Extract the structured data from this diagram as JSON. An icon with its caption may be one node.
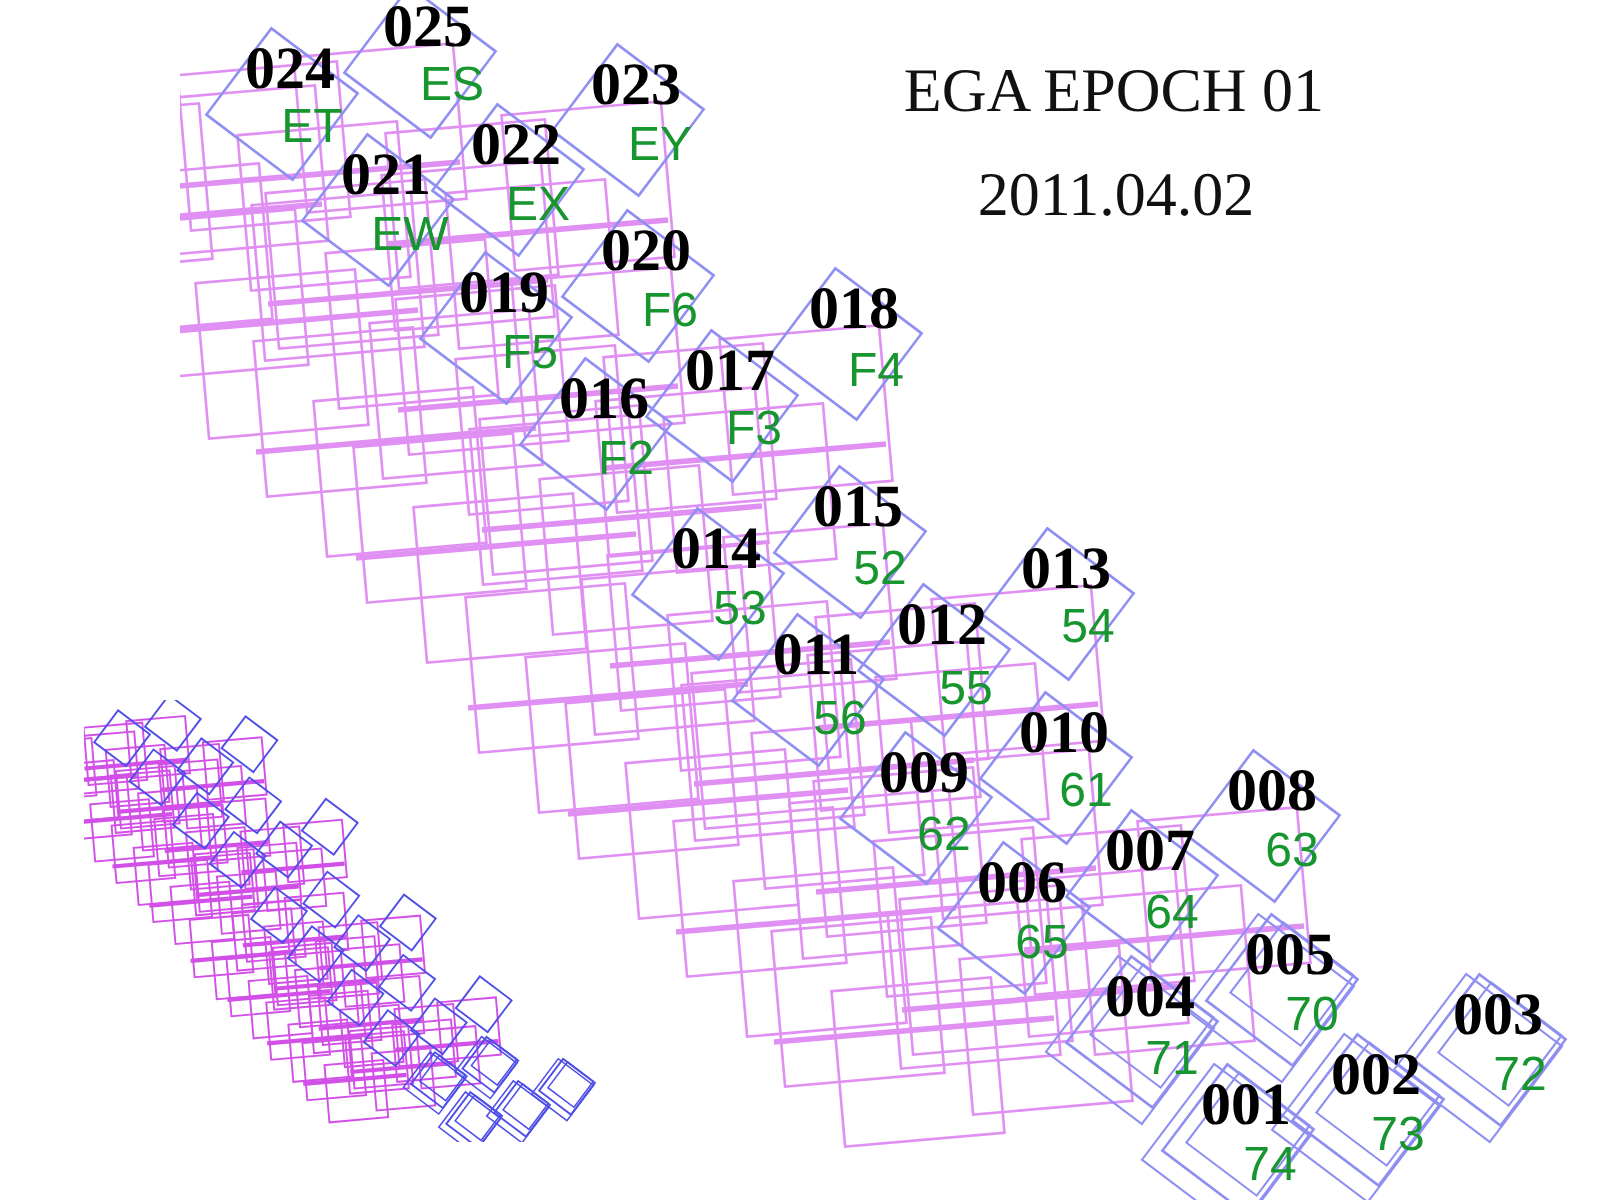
{
  "diagram": {
    "title": "EGA EPOCH 01",
    "labels": [
      "2011.04.02",
      "025",
      "ES",
      "024",
      "ET",
      "023",
      "EY",
      "022",
      "EX",
      "021",
      "EW",
      "020",
      "F6",
      "019",
      "F5",
      "018",
      "F4",
      "017",
      "F3",
      "016",
      "F2",
      "015",
      "52",
      "014",
      "53",
      "013",
      "54",
      "012",
      "55",
      "011",
      "56",
      "010",
      "61",
      "009",
      "62",
      "008",
      "63",
      "007",
      "64",
      "006",
      "65",
      "005",
      "70",
      "004",
      "71",
      "003",
      "72",
      "002",
      "73",
      "001",
      "74"
    ]
  }
}
